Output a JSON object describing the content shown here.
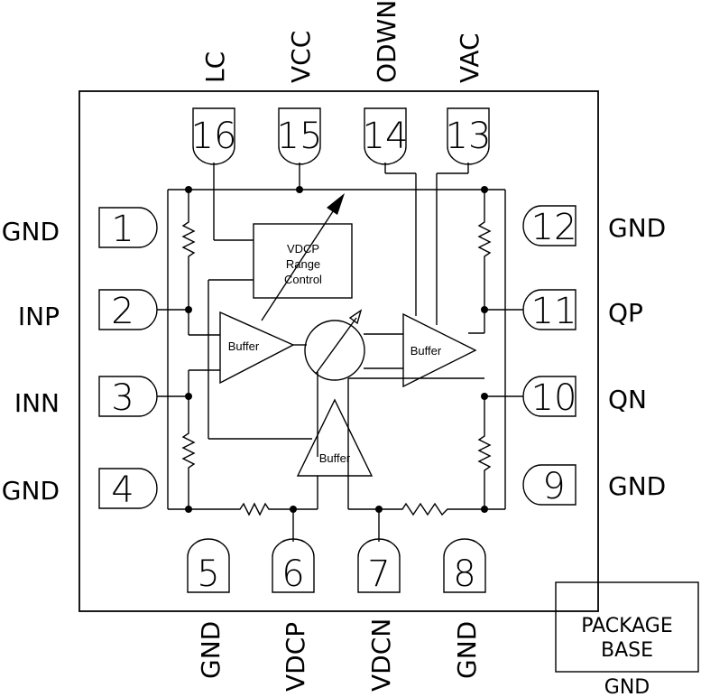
{
  "pins": {
    "p1": {
      "num": "1",
      "label": "GND"
    },
    "p2": {
      "num": "2",
      "label": "INP"
    },
    "p3": {
      "num": "3",
      "label": "INN"
    },
    "p4": {
      "num": "4",
      "label": "GND"
    },
    "p5": {
      "num": "5",
      "label": "GND"
    },
    "p6": {
      "num": "6",
      "label": "VDCP"
    },
    "p7": {
      "num": "7",
      "label": "VDCN"
    },
    "p8": {
      "num": "8",
      "label": "GND"
    },
    "p9": {
      "num": "9",
      "label": "GND"
    },
    "p10": {
      "num": "10",
      "label": "QN"
    },
    "p11": {
      "num": "11",
      "label": "QP"
    },
    "p12": {
      "num": "12",
      "label": "GND"
    },
    "p13": {
      "num": "13",
      "label": "VAC"
    },
    "p14": {
      "num": "14",
      "label": "ODWN"
    },
    "p15": {
      "num": "15",
      "label": "VCC"
    },
    "p16": {
      "num": "16",
      "label": "LC"
    }
  },
  "blocks": {
    "buffer_in": "Buffer",
    "buffer_out": "Buffer",
    "buffer_bottom": "Buffer",
    "vdcp_range_control": [
      "VDCP",
      "Range",
      "Control"
    ]
  },
  "package": {
    "line1": "PACKAGE",
    "line2": "BASE",
    "ground": "GND"
  }
}
